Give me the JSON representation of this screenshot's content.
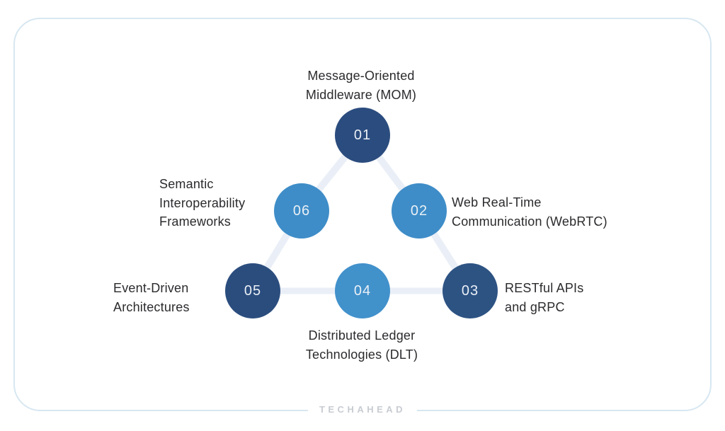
{
  "colors": {
    "frame_border": "#D7E7F1",
    "connector": "#EAEFF7",
    "label_text": "#2B2B2E",
    "number_text": "#EAF0F6",
    "dark_blue": "#2B4D7E",
    "light_blue": "#3F8FC9",
    "brand": "#C8CCD2"
  },
  "diagram": {
    "nodes": [
      {
        "number": "01",
        "color": "#2B4C7E",
        "label_lines": [
          "Message-Oriented",
          "Middleware (MOM)"
        ]
      },
      {
        "number": "02",
        "color": "#3E8DC8",
        "label_lines": [
          "Web Real-Time",
          "Communication (WebRTC)"
        ]
      },
      {
        "number": "03",
        "color": "#2D5383",
        "label_lines": [
          "RESTful APIs",
          "and gRPC"
        ]
      },
      {
        "number": "04",
        "color": "#4191CB",
        "label_lines": [
          "Distributed Ledger",
          "Technologies (DLT)"
        ]
      },
      {
        "number": "05",
        "color": "#2B4D7E",
        "label_lines": [
          "Event-Driven",
          "Architectures"
        ]
      },
      {
        "number": "06",
        "color": "#3E8DC8",
        "label_lines": [
          "Semantic",
          "Interoperability",
          "Frameworks"
        ]
      }
    ]
  },
  "footer": {
    "brand": "TECHAHEAD"
  }
}
